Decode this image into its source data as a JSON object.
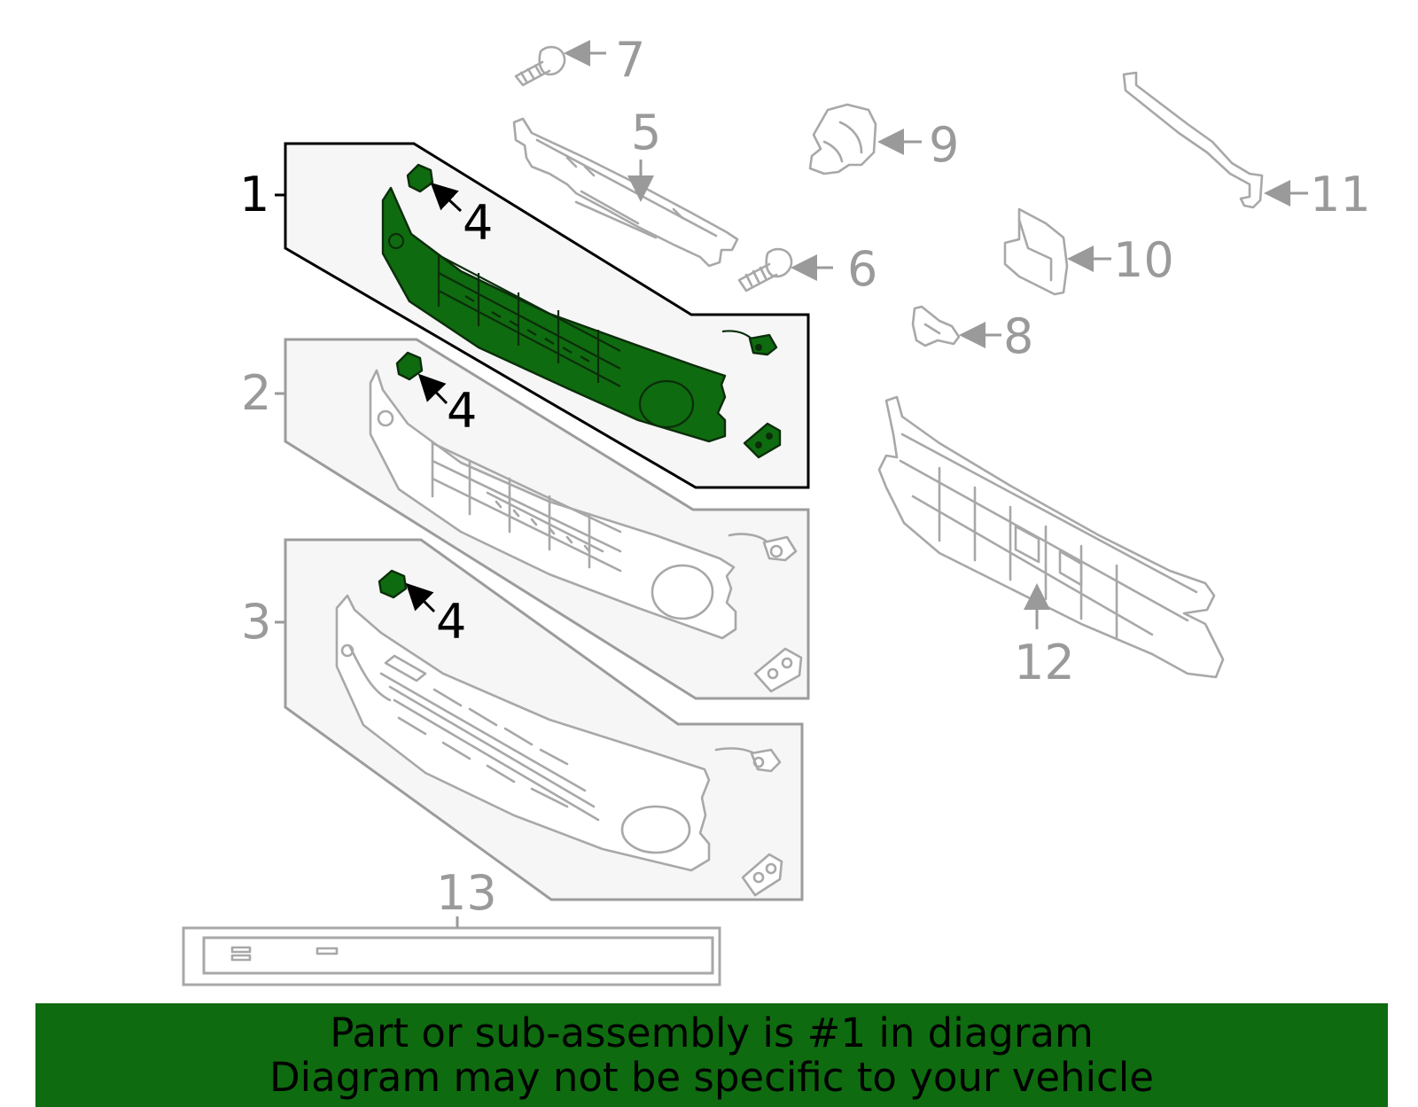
{
  "diagram": {
    "callouts": {
      "c1": "1",
      "c2": "2",
      "c3": "3",
      "c4a": "4",
      "c4b": "4",
      "c4c": "4",
      "c5": "5",
      "c6": "6",
      "c7": "7",
      "c8": "8",
      "c9": "9",
      "c10": "10",
      "c11": "11",
      "c12": "12",
      "c13": "13"
    },
    "highlighted_part": "1",
    "colors": {
      "highlight_green": "#0f6b0f",
      "ghost_gray": "#a8a8a8",
      "panel": "#f6f6f6"
    }
  },
  "banner": {
    "line1": "Part or sub-assembly is #1 in diagram",
    "line2": "Diagram may not be specific to your vehicle",
    "background": "#0f6b0f"
  }
}
